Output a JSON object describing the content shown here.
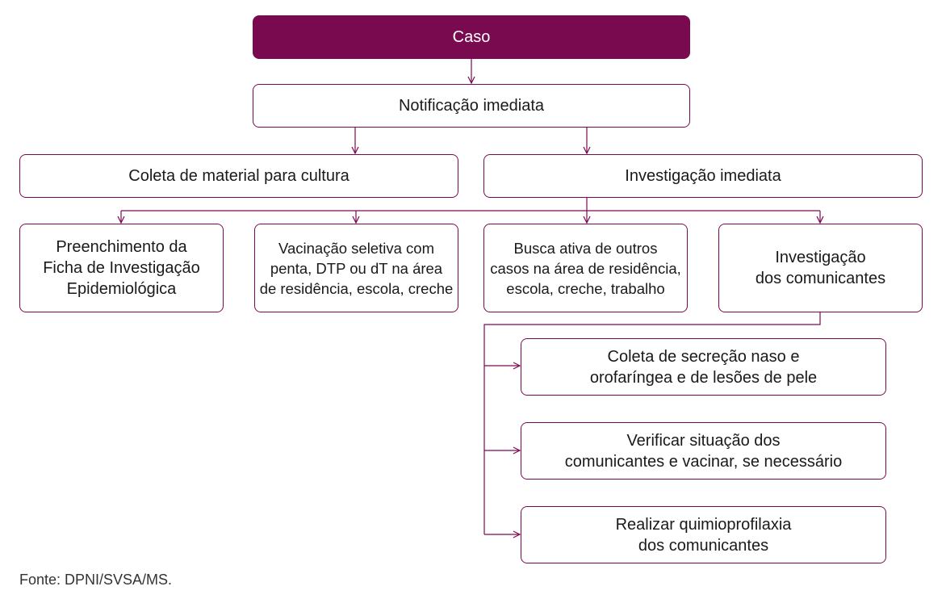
{
  "diagram": {
    "nodes": {
      "caso": "Caso",
      "notificacao": "Notificação imediata",
      "coleta_cultura": "Coleta de material para cultura",
      "investigacao_imediata": "Investigação imediata",
      "preenchimento": "Preenchimento da\nFicha de Investigação\nEpidemiológica",
      "vacinacao": "Vacinação seletiva com\npenta, DTP ou dT na área\nde residência, escola, creche",
      "busca_ativa": "Busca ativa de outros\ncasos na área de residência,\nescola, creche, trabalho",
      "investigacao_comunicantes": "Investigação\ndos comunicantes",
      "coleta_secrecao": "Coleta de secreção naso e\norofaríngea e de lesões de pele",
      "verificar_situacao": "Verificar situação dos\ncomunicantes e vacinar, se necessário",
      "quimioprofilaxia": "Realizar quimioprofilaxia\ndos comunicantes"
    },
    "edges": [
      [
        "caso",
        "notificacao"
      ],
      [
        "notificacao",
        "coleta_cultura"
      ],
      [
        "notificacao",
        "investigacao_imediata"
      ],
      [
        "investigacao_imediata",
        "preenchimento"
      ],
      [
        "investigacao_imediata",
        "vacinacao"
      ],
      [
        "investigacao_imediata",
        "busca_ativa"
      ],
      [
        "investigacao_imediata",
        "investigacao_comunicantes"
      ],
      [
        "investigacao_comunicantes",
        "coleta_secrecao"
      ],
      [
        "investigacao_comunicantes",
        "verificar_situacao"
      ],
      [
        "investigacao_comunicantes",
        "quimioprofilaxia"
      ]
    ],
    "colors": {
      "accent": "#7a0a50",
      "text": "#1a1a1a",
      "header_text": "#ffffff"
    }
  },
  "source": "Fonte: DPNI/SVSA/MS."
}
